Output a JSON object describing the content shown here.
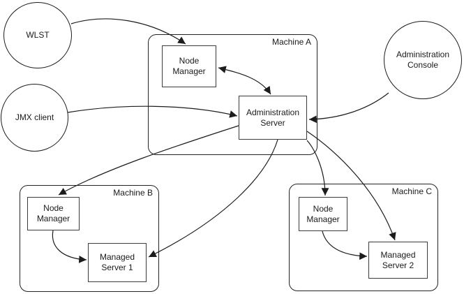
{
  "clients": {
    "wlst": {
      "label": "WLST"
    },
    "jmx": {
      "label": "JMX client"
    },
    "console": {
      "label": "Administration Console"
    }
  },
  "machines": {
    "a": {
      "label": "Machine A",
      "node_manager": {
        "label": "Node Manager"
      },
      "admin_server": {
        "label": "Administration Server"
      }
    },
    "b": {
      "label": "Machine B",
      "node_manager": {
        "label": "Node Manager"
      },
      "managed_server": {
        "label": "Managed Server 1"
      }
    },
    "c": {
      "label": "Machine C",
      "node_manager": {
        "label": "Node Manager"
      },
      "managed_server": {
        "label": "Managed Server 2"
      }
    }
  },
  "connections": [
    {
      "from": "WLST",
      "to": "Node Manager (Machine A)",
      "direction": "one-way"
    },
    {
      "from": "JMX client",
      "to": "Administration Server",
      "direction": "one-way"
    },
    {
      "from": "Administration Console",
      "to": "Administration Server",
      "direction": "one-way"
    },
    {
      "from": "Node Manager (Machine A)",
      "to": "Administration Server",
      "direction": "two-way"
    },
    {
      "from": "Administration Server",
      "to": "Node Manager (Machine B)",
      "direction": "one-way"
    },
    {
      "from": "Administration Server",
      "to": "Managed Server 1",
      "direction": "one-way"
    },
    {
      "from": "Administration Server",
      "to": "Node Manager (Machine C)",
      "direction": "one-way"
    },
    {
      "from": "Administration Server",
      "to": "Managed Server 2",
      "direction": "one-way"
    },
    {
      "from": "Node Manager (Machine B)",
      "to": "Managed Server 1",
      "direction": "one-way"
    },
    {
      "from": "Node Manager (Machine C)",
      "to": "Managed Server 2",
      "direction": "one-way"
    }
  ],
  "colors": {
    "line": "#1c1c1c",
    "machine_border": "#222222",
    "box_border": "#3c3c3c",
    "background": "#ffffff",
    "text": "#1a1a1a"
  }
}
